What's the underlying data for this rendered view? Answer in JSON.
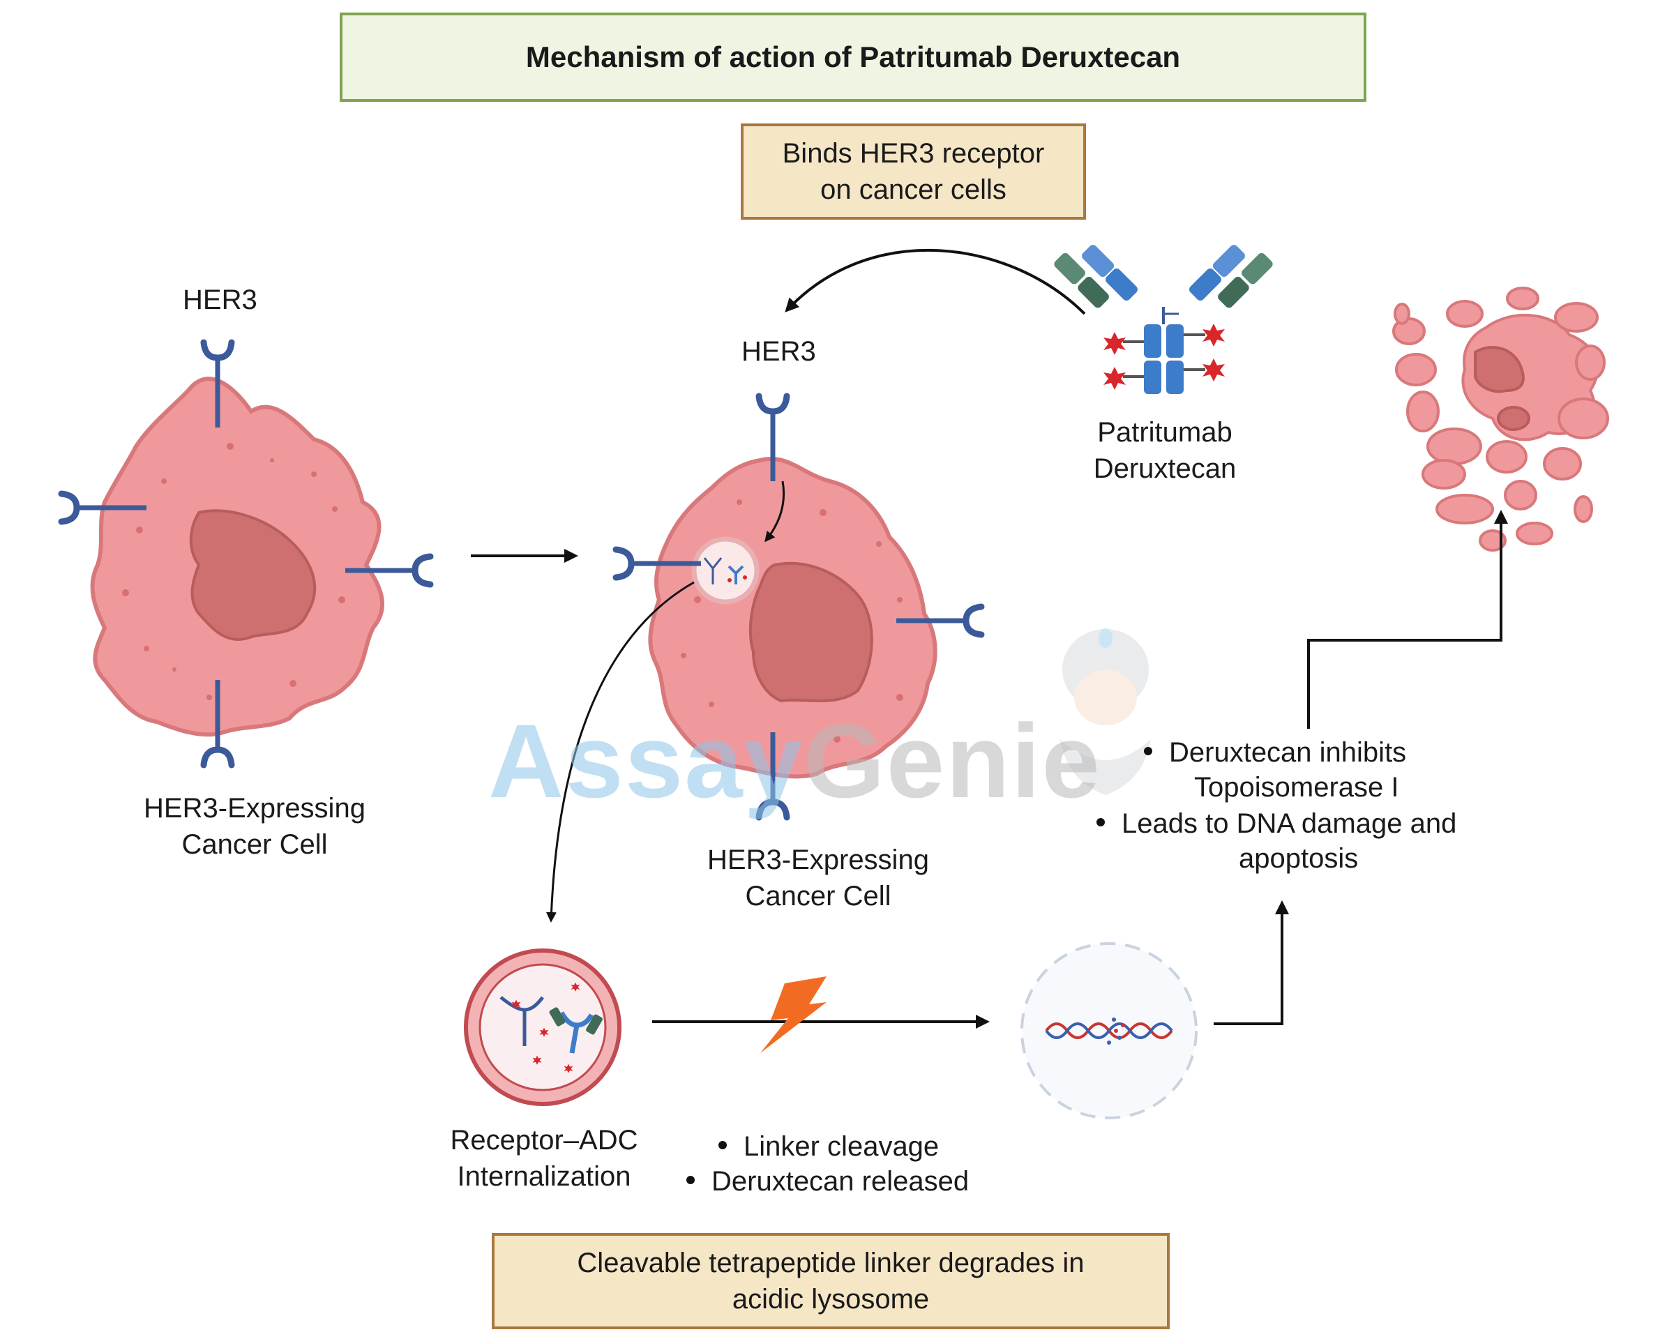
{
  "title": "Mechanism of action of Patritumab Deruxtecan",
  "binds_box": {
    "line1": "Binds HER3 receptor",
    "line2": "on cancer cells"
  },
  "receptor_label_left": "HER3",
  "receptor_label_center": "HER3",
  "cell_left": {
    "line1": "HER3-Expressing",
    "line2": "Cancer Cell"
  },
  "cell_center": {
    "line1": "HER3-Expressing",
    "line2": "Cancer Cell"
  },
  "drug_label": {
    "line1": "Patritumab",
    "line2": "Deruxtecan"
  },
  "internalization_label": {
    "line1": "Receptor–ADC",
    "line2": "Internalization"
  },
  "cleavage_bullets": [
    "Linker cleavage",
    "Deruxtecan released"
  ],
  "effect_bullets": {
    "item1_line1": "Deruxtecan inhibits",
    "item1_line2": "Topoisomerase I",
    "item2_line1": "Leads to DNA damage and",
    "item2_line2": "apoptosis"
  },
  "bottom_box": {
    "line1": "Cleavable tetrapeptide linker degrades in",
    "line2": "acidic lysosome"
  },
  "watermark": {
    "part1": "Assay",
    "part2": "Genie"
  },
  "colors": {
    "cell_fill": "#f0999c",
    "cell_outline": "#d9787b",
    "nucleus": "#cf7070",
    "receptor": "#3c5a9a",
    "antibody_heavy": "#3d7cc9",
    "antibody_light": "#3f6b57",
    "payload_star": "#d9262b",
    "title_border": "#7fa34f",
    "note_border": "#a9783e",
    "lightning": "#f26b22"
  }
}
